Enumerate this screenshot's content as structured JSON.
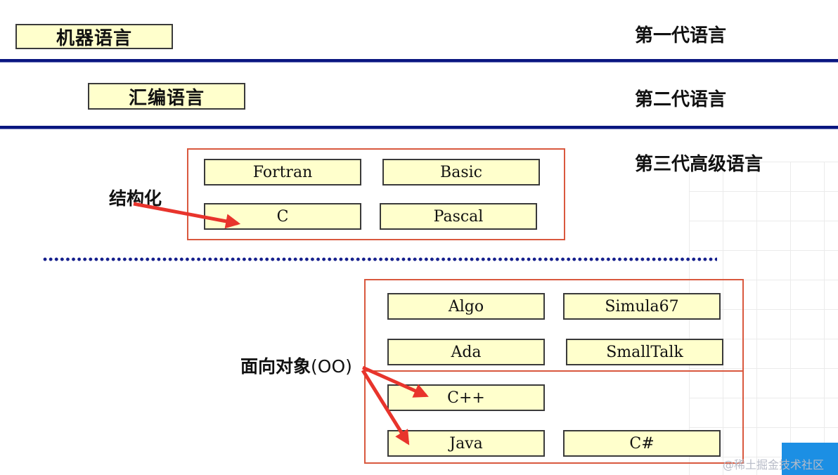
{
  "generations": {
    "first": "第一代语言",
    "second": "第二代语言",
    "third": "第三代高级语言"
  },
  "languages": {
    "machine": "机器语言",
    "assembly": "汇编语言",
    "structured": [
      "Fortran",
      "Basic",
      "C",
      "Pascal"
    ],
    "object_oriented": [
      "Algo",
      "Simula67",
      "Ada",
      "SmallTalk",
      "C++",
      "Java",
      "C#"
    ]
  },
  "labels": {
    "structured": "结构化",
    "oo_prefix": "面向对象",
    "oo_suffix": "(OO)"
  },
  "watermark": "@稀土掘金技术社区",
  "colors": {
    "box_fill": "#ffffcc",
    "frame": "#d9583e",
    "arrow": "#e8342c",
    "rule": "#0a1680"
  }
}
